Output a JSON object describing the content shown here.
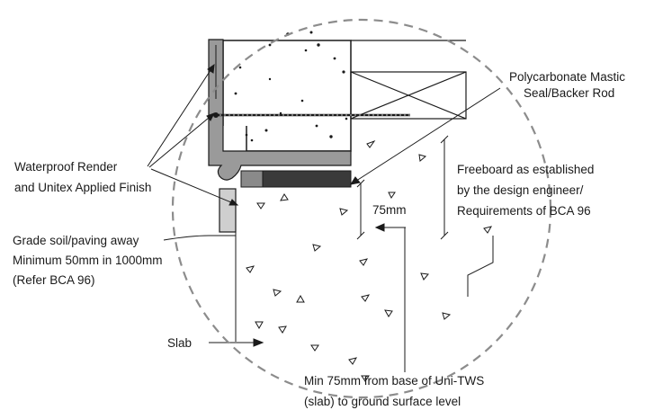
{
  "labels": {
    "mastic_line1": "Polycarbonate Mastic",
    "mastic_line2": "Seal/Backer Rod",
    "render_line1": "Waterproof Render",
    "render_line2": "and Unitex Applied Finish",
    "freeboard_line1": "Freeboard as established",
    "freeboard_line2": "by the design engineer/",
    "freeboard_line3": "Requirements of BCA 96",
    "dim_75": "75mm",
    "grade_line1": "Grade soil/paving away",
    "grade_line2": "Minimum 50mm in 1000mm",
    "grade_line3": "(Refer BCA 96)",
    "slab": "Slab",
    "min_line1": "Min 75mm from base of Uni-TWS",
    "min_line2": "(slab) to ground surface level"
  },
  "colors": {
    "line": "#1a1a1a",
    "render_grey": "#9a9a9a",
    "seal_dark": "#3a3a3a",
    "circle_dash": "#8c8c8c",
    "grade_fill": "#cfcfcf"
  }
}
